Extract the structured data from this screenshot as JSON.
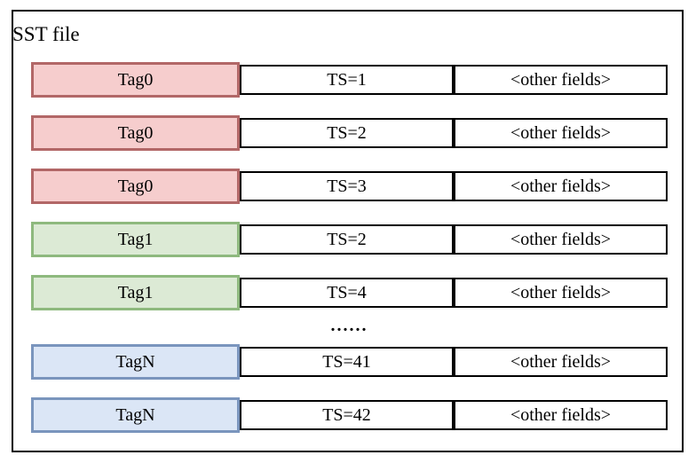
{
  "title": "SST file",
  "ellipsis": "......",
  "rows": [
    {
      "tag": "Tag0",
      "ts": "TS=1",
      "other": "<other fields>",
      "variant": "red"
    },
    {
      "tag": "Tag0",
      "ts": "TS=2",
      "other": "<other fields>",
      "variant": "red"
    },
    {
      "tag": "Tag0",
      "ts": "TS=3",
      "other": "<other fields>",
      "variant": "red"
    },
    {
      "tag": "Tag1",
      "ts": "TS=2",
      "other": "<other fields>",
      "variant": "green"
    },
    {
      "tag": "Tag1",
      "ts": "TS=4",
      "other": "<other fields>",
      "variant": "green"
    },
    {
      "tag": "TagN",
      "ts": "TS=41",
      "other": "<other fields>",
      "variant": "blue"
    },
    {
      "tag": "TagN",
      "ts": "TS=42",
      "other": "<other fields>",
      "variant": "blue"
    }
  ],
  "colors": {
    "red_fill": "#f6cdcd",
    "red_border": "#b26767",
    "green_fill": "#dcead5",
    "green_border": "#8eb97e",
    "blue_fill": "#dbe6f6",
    "blue_border": "#7a95bd",
    "cell_border": "#000000",
    "text": "#000000"
  }
}
